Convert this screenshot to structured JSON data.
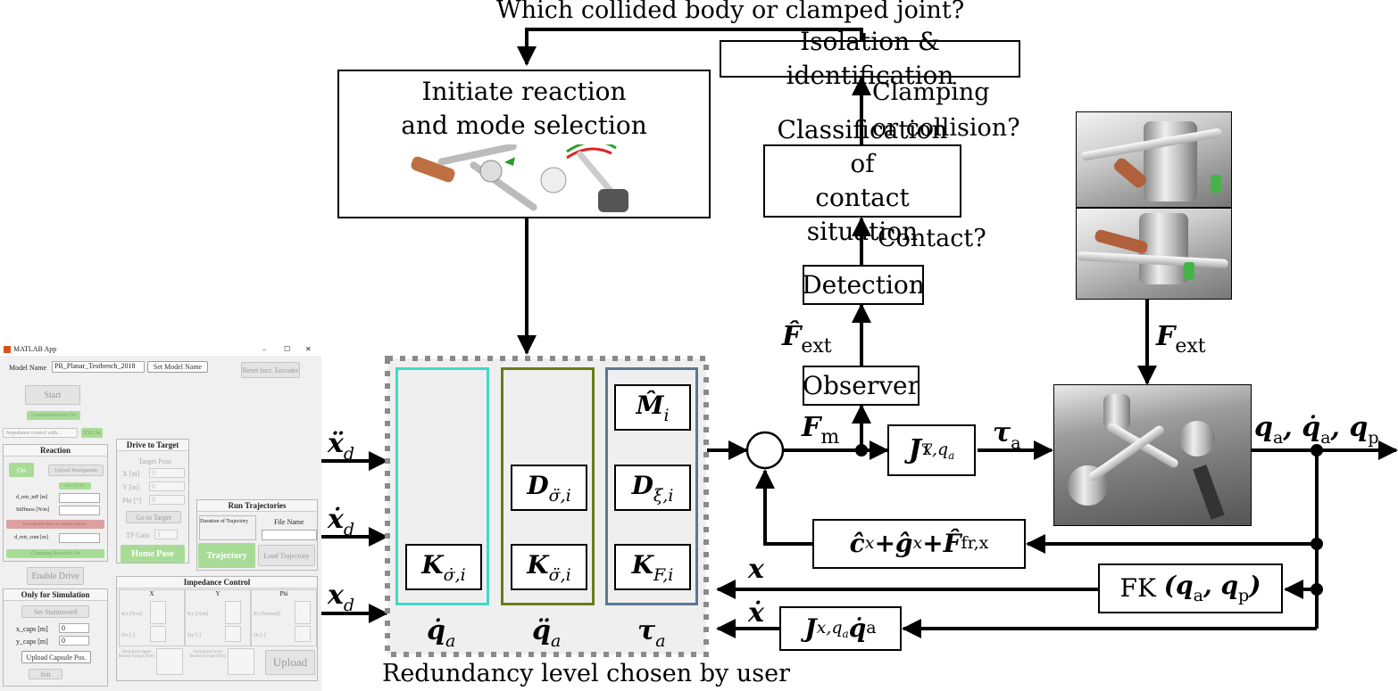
{
  "diagram": {
    "top_question": "Which collided body or clamped joint?",
    "reaction_block": [
      "Initiate reaction",
      "and mode selection"
    ],
    "isolation_block": "Isolation & identification",
    "clamping_question": [
      "Clamping",
      "or collision?"
    ],
    "classification_block": [
      "Classification of",
      "contact situation"
    ],
    "contact_question": "Contact?",
    "detection_block": "Detection",
    "observer_block": "Observer",
    "fext_hat_label": "F̂",
    "fext_sub": "ext",
    "fext_label": "F",
    "fm_label": "F",
    "fm_sub": "m",
    "jacobian_T": "J",
    "jacobian_T_sup": "T",
    "jacobian_T_sub": "x,qa",
    "tau_a": "τ",
    "tau_a_sub": "a",
    "output_label": "qa, q̇a, qp",
    "feedback_block": "ĉx+ĝx+F̂fr,x",
    "fk_block": "FK (qa, qp)",
    "jq_block": "Jx,qa q̇a",
    "x_out": "x",
    "xdot_out": "ẋ",
    "inputs": [
      "ẍd",
      "ẋd",
      "xd"
    ],
    "redundancy": {
      "caption": "Redundancy level chosen by user",
      "columns": [
        {
          "bottom": "q̇a",
          "color": "#3ddbc8",
          "blocks": [
            "Kσ̇,i"
          ]
        },
        {
          "bottom": "q̈a",
          "color": "#6b7a18",
          "blocks": [
            "Dσ̈,i",
            "Kσ̈,i"
          ]
        },
        {
          "bottom": "τa",
          "color": "#5a7893",
          "blocks": [
            "M̂i",
            "Dξ,i",
            "KF,i"
          ]
        }
      ]
    }
  },
  "app": {
    "window_title": "MATLAB App",
    "window_controls": [
      "–",
      "☐",
      "✕"
    ],
    "model_name_label": "Model Name",
    "model_name_value": "PR_Planar_Testbench_2018",
    "set_model_name": "Set Model Name",
    "reset_encoder": "Reset Incr. Encoder",
    "start": "Start",
    "contact_detection": "Contactdetection On",
    "impedance_select": "Impedance control with...",
    "ide_on": "IDE On",
    "reaction": {
      "title": "Reaction",
      "on": "On",
      "upload": "Upload Reactparam",
      "prev": "Prev-X On",
      "d_retr_mp": "d_retr_mP [m]",
      "stiffness": "Stiffness [N/m]",
      "red_bar": "The identification of contact points...",
      "d_retr_cont": "d_retr_cont [m]",
      "clamping": "Clamping Reaction On"
    },
    "drive": {
      "title": "Drive to Target",
      "target_pose": "Target Pose",
      "fields": [
        {
          "label": "X [m]",
          "value": "0"
        },
        {
          "label": "Y [m]",
          "value": "0"
        },
        {
          "label": "Phi [°]",
          "value": "0"
        }
      ],
      "goto": "Go to Target",
      "tp_gain": "TP Gain",
      "tp_value": "1",
      "home": "Home Pose"
    },
    "traj": {
      "title": "Run Trajectories",
      "duration": "Duration of Trajectory",
      "file_name": "File Name",
      "trajectory": "Trajectory",
      "load": "Load Trajectory"
    },
    "enable_drive": "Enable Drive",
    "sim": {
      "title": "Only for Simulation",
      "set_status": "Set Statusword",
      "x_caps": "x_caps [m]",
      "x_val": "0",
      "y_caps": "y_caps [m]",
      "y_val": "0",
      "upload_capsule": "Upload Capsule Pos.",
      "init": "Init"
    },
    "impedance": {
      "title": "Impedance Control",
      "cols": [
        "X",
        "Y",
        "Phi"
      ],
      "k_labels": [
        "Kx [N/m]",
        "Ky [N/m]",
        "Kt [Nm/rad]"
      ],
      "d_labels": [
        "Dx [-]",
        "Dy [-]",
        "Dt [-]"
      ],
      "sat_upper": "Saturation upper Bound Torque [Nm]",
      "sat_lower": "Saturation lower Bound Torque [Nm]",
      "upload": "Upload"
    }
  }
}
